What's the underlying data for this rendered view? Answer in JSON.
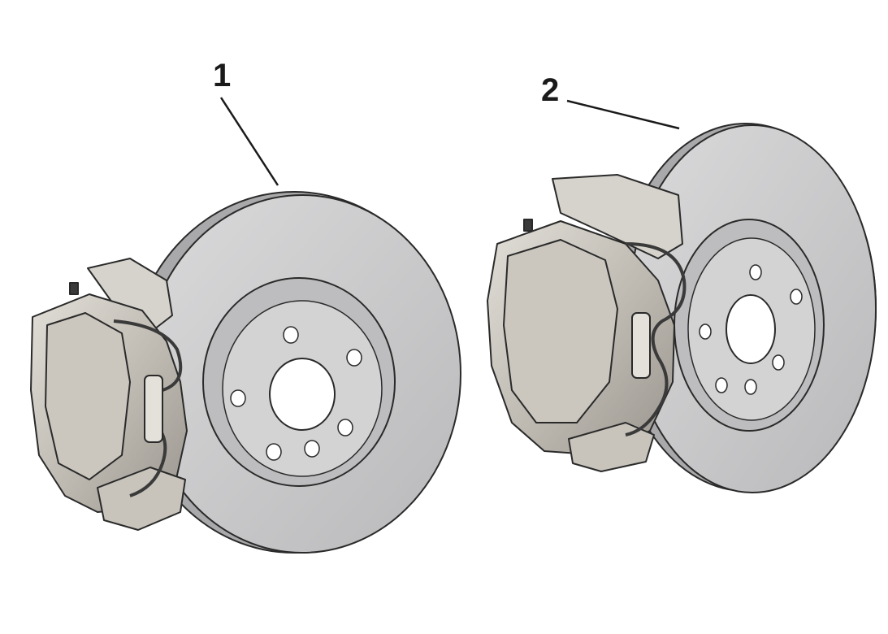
{
  "callouts": [
    {
      "id": "1",
      "label": "1"
    },
    {
      "id": "2",
      "label": "2"
    }
  ],
  "colors": {
    "background": "#ffffff",
    "outline": "#2a2a2a",
    "disc_face": "#cfcfd0",
    "disc_edge": "#a9a9ab",
    "disc_hat": "#bdbdbf",
    "caliper_light": "#d6d3cc",
    "caliper_mid": "#b7b3ab",
    "caliper_dark": "#8f8c86",
    "clip_wire": "#3a3a3a"
  },
  "icons": {
    "assembly_1": "brake-disc-and-caliper-front-icon",
    "assembly_2": "brake-disc-and-caliper-angled-icon"
  }
}
